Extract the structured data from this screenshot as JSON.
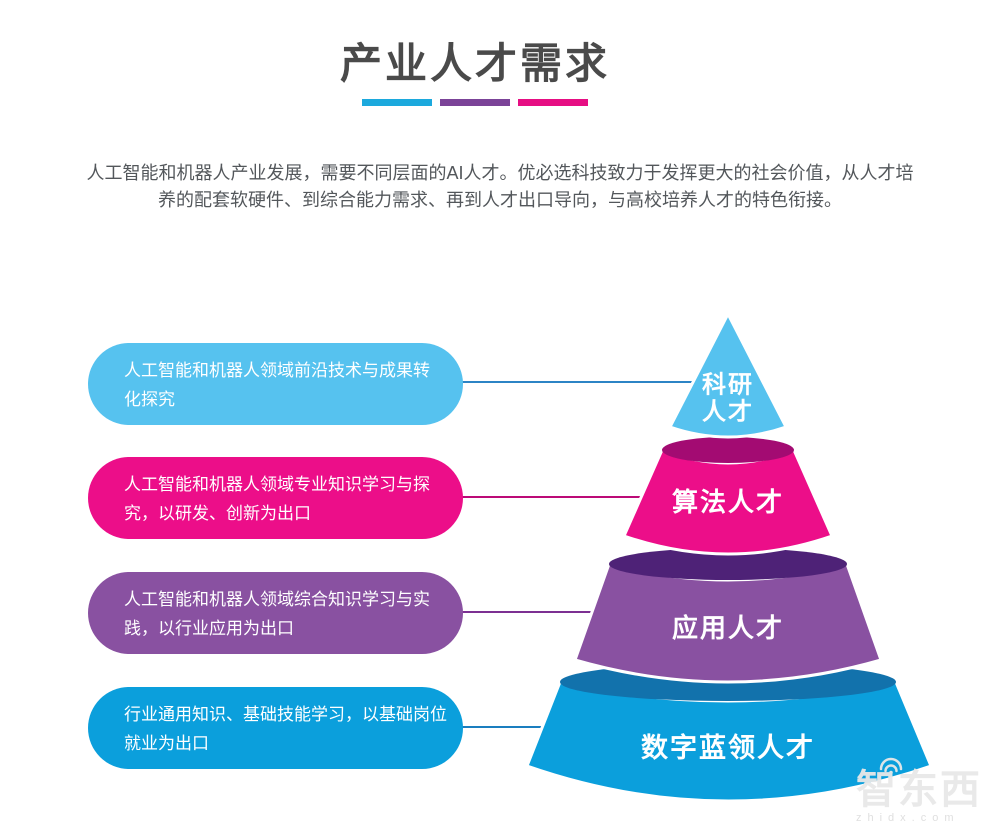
{
  "header": {
    "title": "产业人才需求",
    "title_color": "#4a4a4a",
    "underline_colors": [
      "#1ca9dd",
      "#7b4398",
      "#e60e83"
    ]
  },
  "intro": {
    "line1": "人工智能和机器人产业发展，需要不同层面的AI人才。优必选科技致力于发挥更大的社会价值，从人才培",
    "line2": "养的配套软硬件、到综合能力需求、再到人才出口导向，与高校培养人才的特色衔接。"
  },
  "bubbles": [
    {
      "lines": [
        "人工智能和机器人领域前沿技术与成果转",
        "化探究"
      ],
      "color": "#56c2ef",
      "connector_color": "#2c84c5"
    },
    {
      "lines": [
        "人工智能和机器人领域专业知识学习与探",
        "究，以研发、创新为出口"
      ],
      "color": "#ec0e89",
      "connector_color": "#bc0a77"
    },
    {
      "lines": [
        "人工智能和机器人领域综合知识学习与实",
        "践，以行业应用为出口"
      ],
      "color": "#8951a1",
      "connector_color": "#7c3092"
    },
    {
      "lines": [
        "行业通用知识、基础技能学习，以基础岗位",
        "就业为出口"
      ],
      "color": "#0b9fdc",
      "connector_color": "#1a7ebf"
    }
  ],
  "pyramid": {
    "tiers": [
      {
        "label": "科研人才",
        "lines": [
          "科研",
          "人才"
        ],
        "body_color": "#56c2ef",
        "top_color": ""
      },
      {
        "label": "算法人才",
        "body_color": "#ec0e89",
        "top_color": "#a30b72"
      },
      {
        "label": "应用人才",
        "body_color": "#8951a1",
        "top_color": "#4e2277"
      },
      {
        "label": "数字蓝领人才",
        "body_color": "#0b9fdc",
        "top_color": "#1272ac"
      }
    ]
  },
  "watermark": {
    "text": "智东西",
    "subtext": "zhidx.com"
  }
}
